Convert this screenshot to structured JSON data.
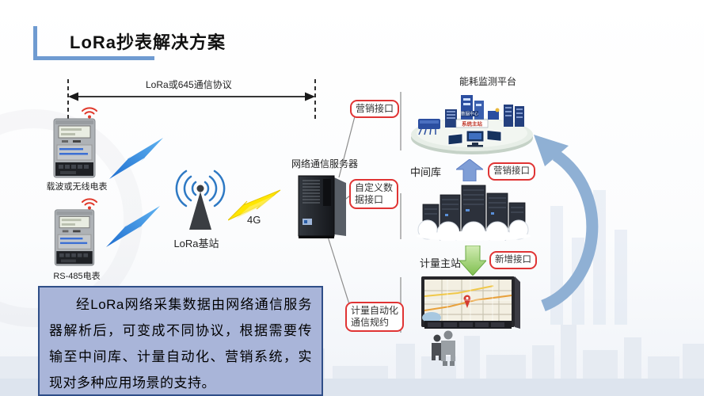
{
  "title": "LoRa抄表解决方案",
  "protocol": {
    "label": "LoRa或645通信协议"
  },
  "meters": {
    "meter1": "载波或无线电表",
    "meter2": "RS-485电表"
  },
  "station": {
    "label": "LoRa基站"
  },
  "link": {
    "label": "4G"
  },
  "server": {
    "label": "网络通信服务器"
  },
  "interface_boxes": {
    "marketing_left": "营销接口",
    "custom_data": "自定义数据接口",
    "metering_protocol": "计量自动化通信规约",
    "marketing_right": "营销接口",
    "new_interface": "新增接口"
  },
  "systems": {
    "energy_platform": "能耗监测平台",
    "data_center": "数据中心",
    "system_master": "系统主站",
    "middle_db": "中间库",
    "metering_master": "计量主站"
  },
  "description": "经LoRa网络采集数据由网络通信服务器解析后，可变成不同协议，根据需要传输至中间库、计量自动化、营销系统，实现对多种应用场景的支持。",
  "colors": {
    "accent_blue": "#6f9bd1",
    "red_box_border": "#e03434",
    "bolt_blue": "#2f86dc",
    "bolt_yellow": "#ffe600",
    "arrow_blue": "#7f9ed6",
    "arrow_green": "#8cc152",
    "curve_arrow": "#8fb0d4",
    "desc_bg": "#a9b5d9",
    "desc_border": "#2f4e88"
  }
}
